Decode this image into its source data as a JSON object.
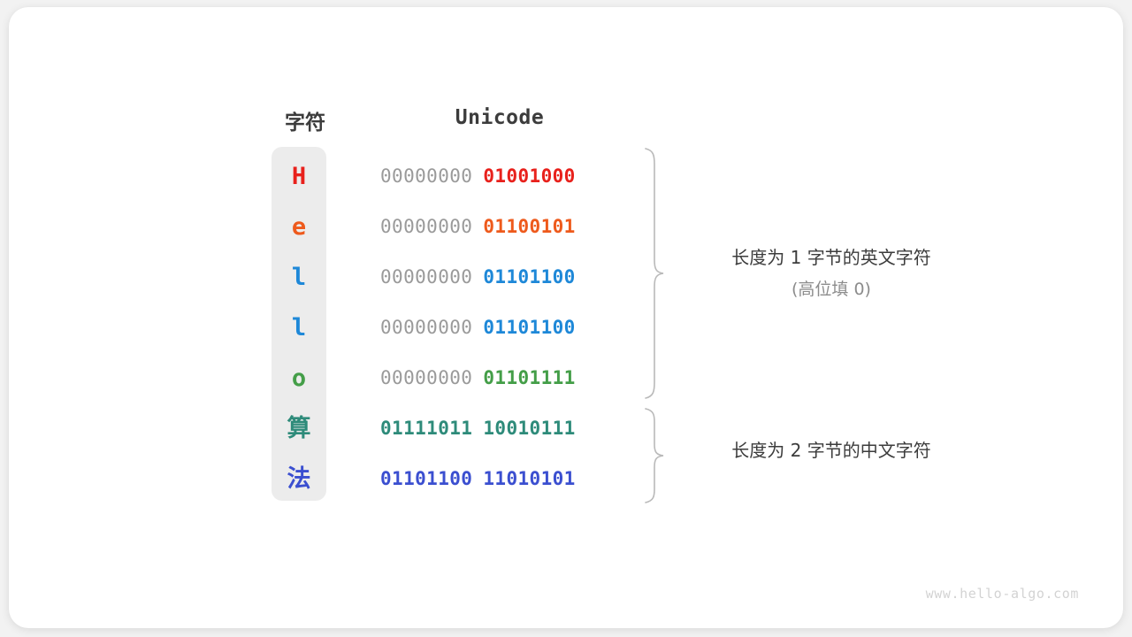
{
  "figure": {
    "headers": {
      "char": "字符",
      "unicode": "Unicode"
    },
    "rows": [
      {
        "char": "H",
        "byte_high": "00000000",
        "byte_low": "01001000",
        "color": "#e8211c",
        "high_bold": false,
        "cjk": false
      },
      {
        "char": "e",
        "byte_high": "00000000",
        "byte_low": "01100101",
        "color": "#ee5a1c",
        "high_bold": false,
        "cjk": false
      },
      {
        "char": "l",
        "byte_high": "00000000",
        "byte_low": "01101100",
        "color": "#1e88d8",
        "high_bold": false,
        "cjk": false
      },
      {
        "char": "l",
        "byte_high": "00000000",
        "byte_low": "01101100",
        "color": "#1e88d8",
        "high_bold": false,
        "cjk": false
      },
      {
        "char": "o",
        "byte_high": "00000000",
        "byte_low": "01101111",
        "color": "#449e48",
        "high_bold": false,
        "cjk": false
      },
      {
        "char": "算",
        "byte_high": "01111011",
        "byte_low": "10010111",
        "color": "#2e8b7a",
        "high_bold": true,
        "cjk": true
      },
      {
        "char": "法",
        "byte_high": "01101100",
        "byte_low": "11010101",
        "color": "#3b4fd0",
        "high_bold": true,
        "cjk": true
      }
    ],
    "annotations": {
      "ascii_main": "长度为 1 字节的英文字符",
      "ascii_sub": "(高位填 0)",
      "cjk_main": "长度为 2 字节的中文字符"
    },
    "colors": {
      "char_column_bg": "#ececec",
      "high_byte_gray": "#9a9a9a",
      "brace": "#b9b9b9",
      "header_text": "#3c3c3c",
      "note_text": "#3c3c3c",
      "note_sub_text": "#8c8c8c",
      "card_bg": "#ffffff",
      "page_bg": "#f2f2f2"
    }
  },
  "watermark": "www.hello-algo.com"
}
